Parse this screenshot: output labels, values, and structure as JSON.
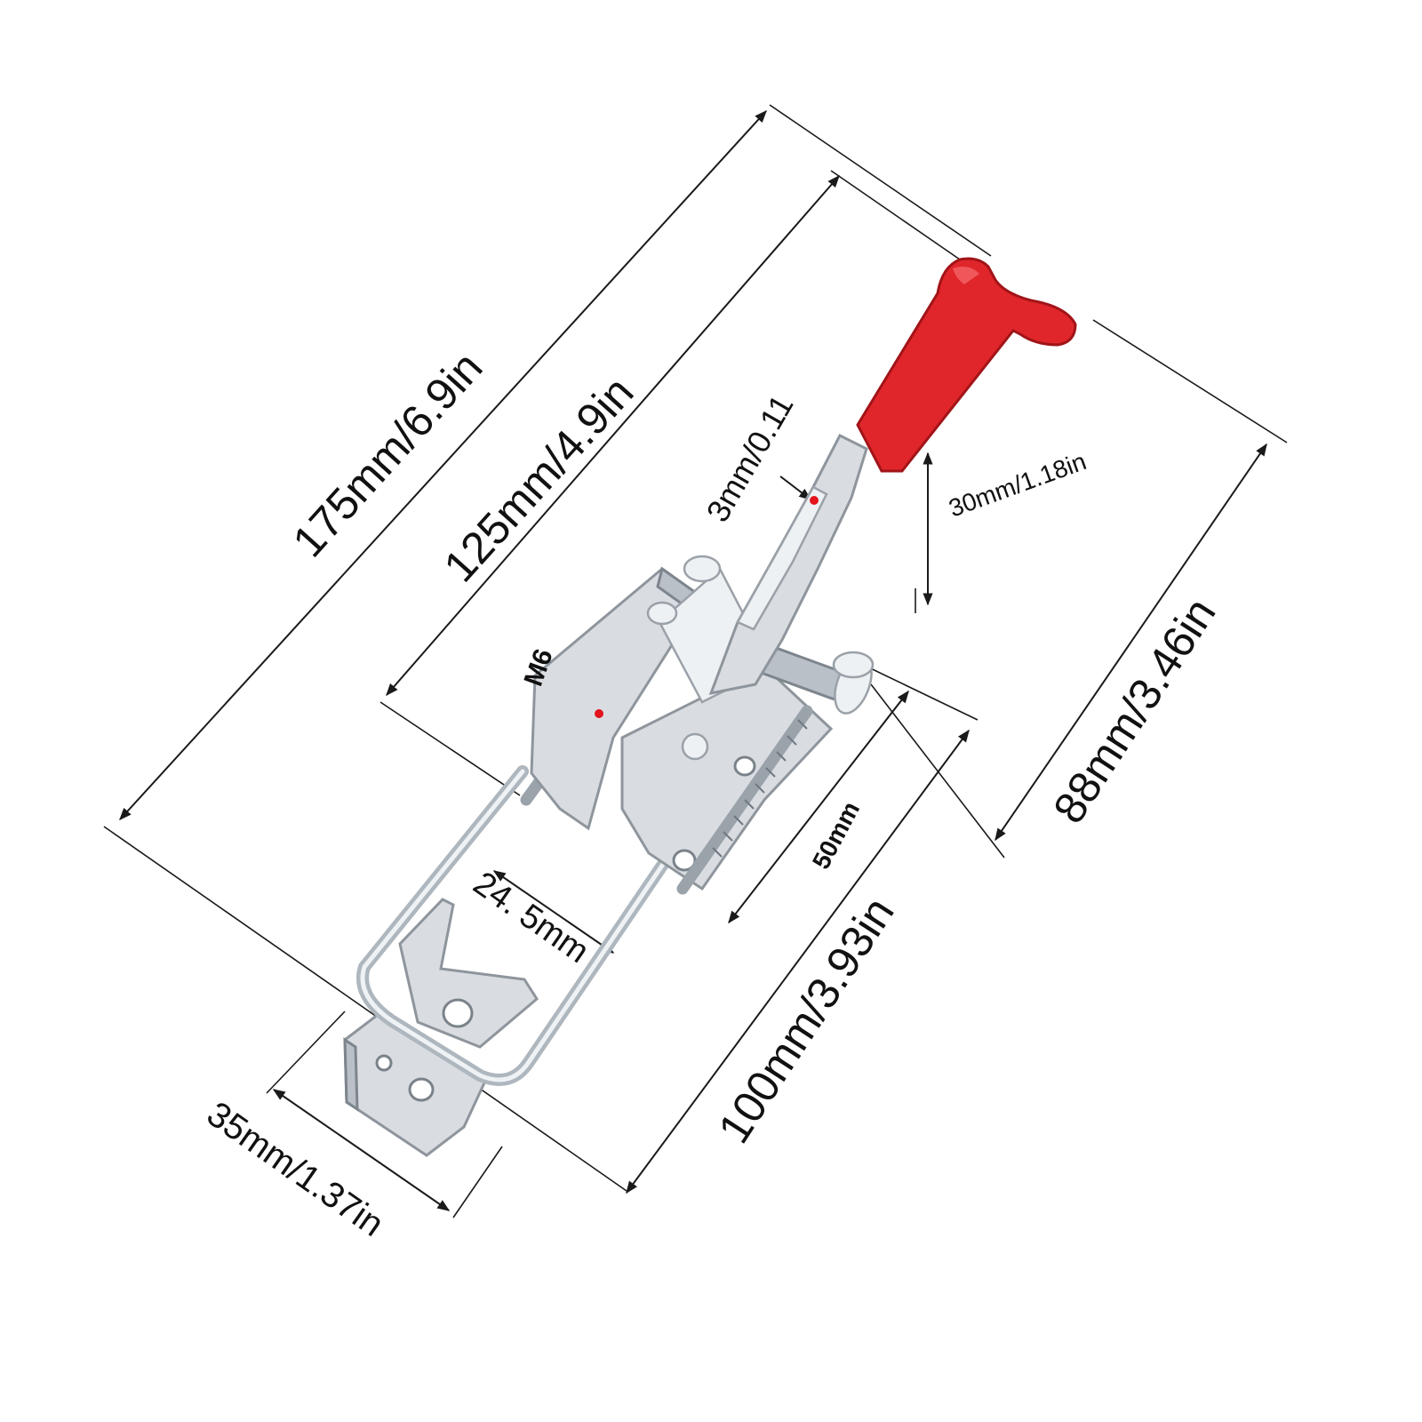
{
  "dimensions": {
    "overall_length": "175mm/6.9in",
    "base_to_handle_length": "125mm/4.9in",
    "sheet_thickness": "3mm/0.11",
    "handle_grip_height": "30mm/1.18in",
    "overall_height": "88mm/3.46in",
    "thread_size": "M6",
    "base_plate_length": "50mm",
    "loop_inner_width": "24. 5mm",
    "loop_length": "100mm/3.93in",
    "keeper_width": "35mm/1.37in"
  },
  "colors": {
    "handle_grip": "#e0262b",
    "zinc_metal": "#d9dde2",
    "dimension_lines": "#1a1a1a",
    "marker_dot": "#e3141b"
  }
}
